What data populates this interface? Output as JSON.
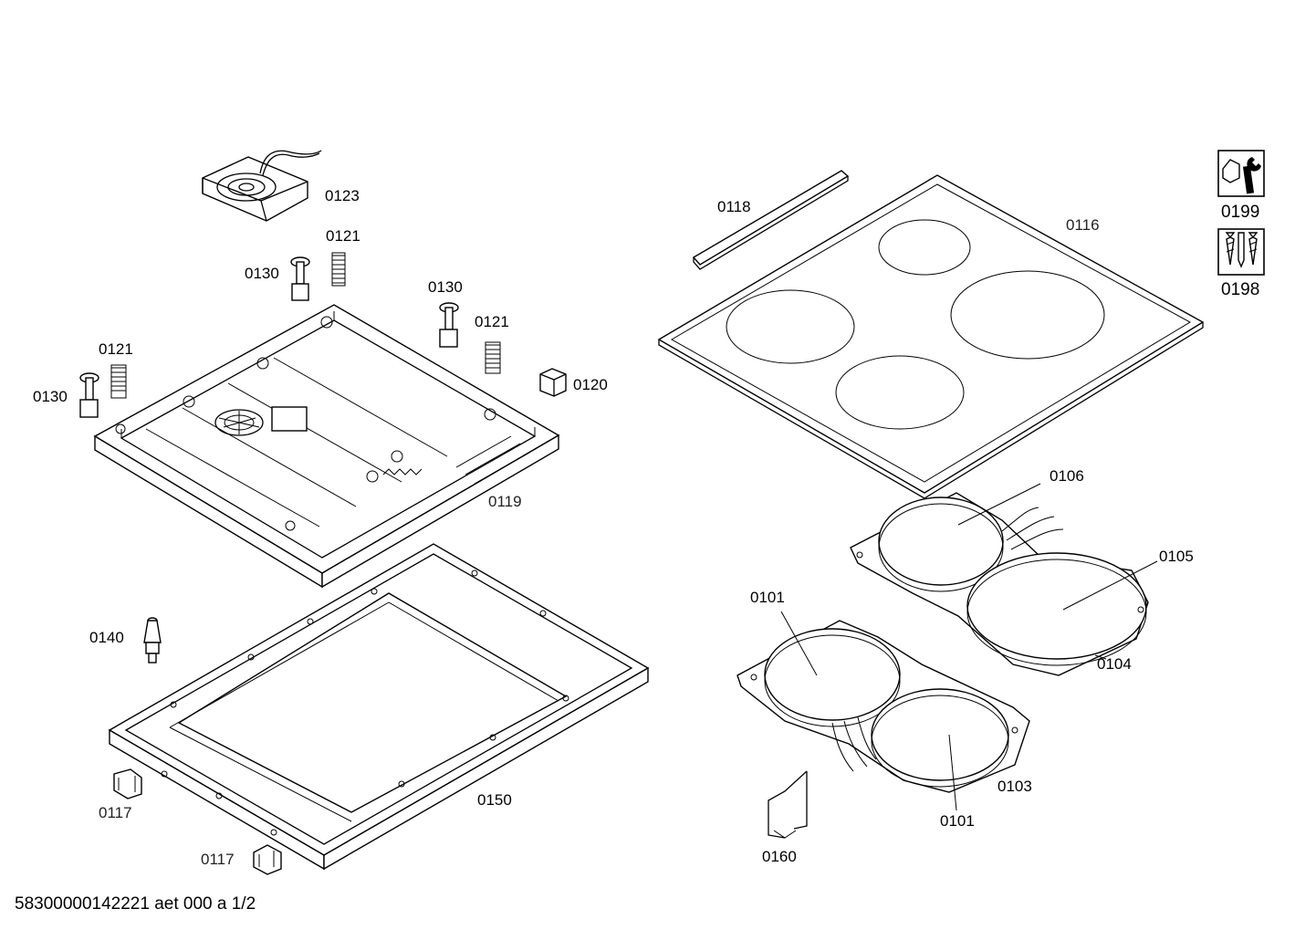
{
  "labels": {
    "p0101a": "0101",
    "p0101b": "0101",
    "p0103": "0103",
    "p0104": "0104",
    "p0105": "0105",
    "p0106": "0106",
    "p0116": "0116",
    "p0117a": "0117",
    "p0117b": "0117",
    "p0118": "0118",
    "p0119": "0119",
    "p0120": "0120",
    "p0121a": "0121",
    "p0121b": "0121",
    "p0121c": "0121",
    "p0123": "0123",
    "p0130a": "0130",
    "p0130b": "0130",
    "p0130c": "0130",
    "p0140": "0140",
    "p0150": "0150",
    "p0160": "0160",
    "p0198": "0198",
    "p0199": "0199"
  },
  "icons": {
    "service_kit": "nut-wrench-icon",
    "screw_kit": "screws-icon"
  },
  "footer": {
    "document_code": "58300000142221 aet 000 a 1/2"
  }
}
